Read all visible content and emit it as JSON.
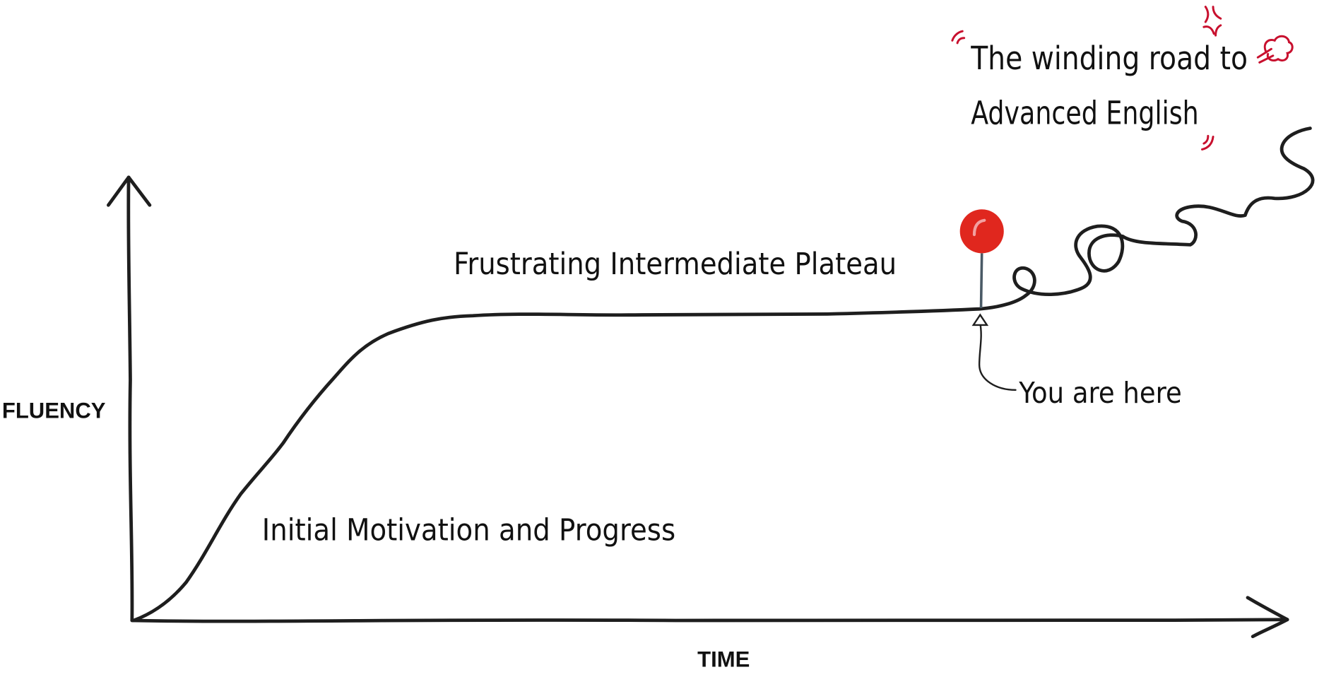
{
  "title": {
    "line1": "The winding road to",
    "line2": "Advanced English"
  },
  "axes": {
    "y_label": "FLUENCY",
    "x_label": "TIME"
  },
  "annotations": {
    "plateau": "Frustrating Intermediate Plateau",
    "initial": "Initial Motivation and Progress",
    "marker": "You are here"
  },
  "colors": {
    "pin": "#e0271e",
    "accent": "#c8102e",
    "line": "#1e1e1e",
    "stem": "#4a5a66"
  }
}
